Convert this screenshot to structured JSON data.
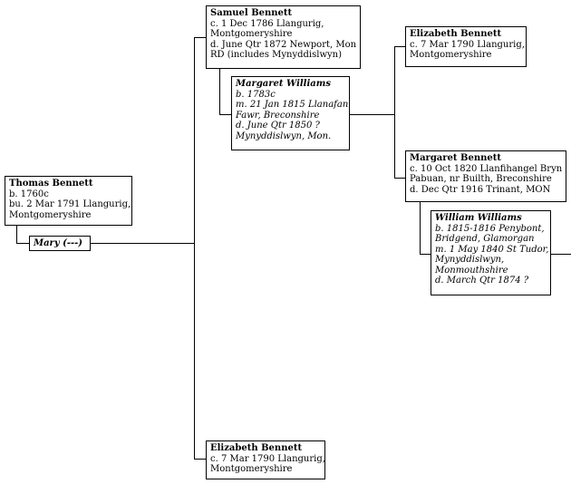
{
  "persons": {
    "thomas": {
      "name": "Thomas Bennett",
      "lines": [
        "b. 1760c",
        "bu. 2 Mar 1791 Llangurig,",
        "Montgomeryshire"
      ]
    },
    "mary": {
      "name": "Mary (---)"
    },
    "samuel": {
      "name": "Samuel Bennett",
      "lines": [
        "c. 1 Dec 1786 Llangurig,",
        "Montgomeryshire",
        "d. June Qtr 1872 Newport, Mon",
        "RD (includes Mynyddislwyn)"
      ]
    },
    "margaret_williams": {
      "name": "Margaret Williams",
      "lines": [
        "b. 1783c",
        "m. 21 Jan 1815 Llanafan",
        "Fawr, Breconshire",
        "d. June Qtr 1850 ?",
        "Mynyddislwyn, Mon."
      ]
    },
    "elizabeth_1790a": {
      "name": "Elizabeth Bennett",
      "lines": [
        "c. 7 Mar 1790 Llangurig,",
        "Montgomeryshire"
      ]
    },
    "margaret_bennett": {
      "name": "Margaret Bennett",
      "lines": [
        "c. 10 Oct 1820 Llanfihangel Bryn",
        "Pabuan, nr Builth, Breconshire",
        "d. Dec Qtr 1916 Trinant, MON"
      ]
    },
    "william_williams": {
      "name": "William Williams",
      "lines": [
        "b. 1815-1816 Penybont,",
        "Bridgend, Glamorgan",
        "m. 1 May 1840 St Tudor,",
        "Mynyddislwyn,",
        "Monmouthshire",
        "d. March Qtr 1874 ?"
      ]
    },
    "elizabeth_1790b": {
      "name": "Elizabeth Bennett",
      "lines": [
        "c. 7 Mar 1790 Llangurig,",
        "Montgomeryshire"
      ]
    }
  }
}
